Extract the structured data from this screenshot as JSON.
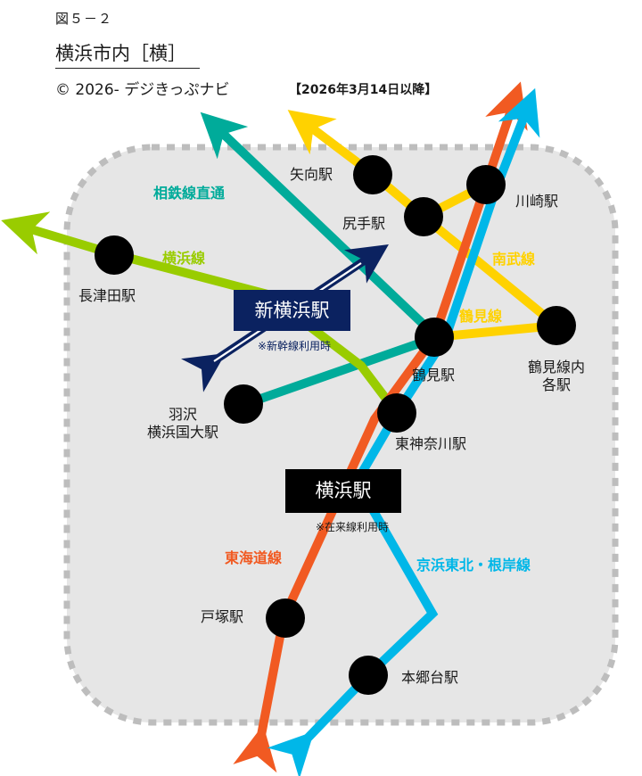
{
  "header": {
    "figure_label": "図５－２",
    "title": "横浜市内［横］",
    "credit": "© 2026- デジきっぷナビ",
    "effective_date": "【2026年3月14日以降】"
  },
  "colors": {
    "area_fill": "#e6e6e6",
    "area_border": "#bdbdbd",
    "tokaido": "#f15a22",
    "keihin_tohoku_negishi": "#00b7e8",
    "nambu_tsurumi": "#ffd200",
    "sotetsu_direct": "#00ab9a",
    "yokohama_line": "#99cc00",
    "shinkansen": "#0b2260",
    "station": "#000000",
    "yokohama_box": "#000000",
    "shin_yokohama_box": "#0b2260"
  },
  "lines": {
    "sotetsu": "相鉄線直通",
    "yokohama": "横浜線",
    "nambu": "南武線",
    "tsurumi": "鶴見線",
    "tokaido": "東海道線",
    "keihin_negishi": "京浜東北・根岸線"
  },
  "stations": {
    "yako": "矢向駅",
    "shitte": "尻手駅",
    "kawasaki": "川崎駅",
    "nagatsuta": "長津田駅",
    "tsurumi": "鶴見駅",
    "tsurumi_line_l1": "鶴見線内",
    "tsurumi_line_l2": "各駅",
    "hazawa_l1": "羽沢",
    "hazawa_l2": "横浜国大駅",
    "higashi_kanagawa": "東神奈川駅",
    "totsuka": "戸塚駅",
    "hongodai": "本郷台駅"
  },
  "major_stations": {
    "shin_yokohama": "新横浜駅",
    "shin_yokohama_note": "※新幹線利用時",
    "yokohama": "横浜駅",
    "yokohama_note": "※在来線利用時"
  }
}
